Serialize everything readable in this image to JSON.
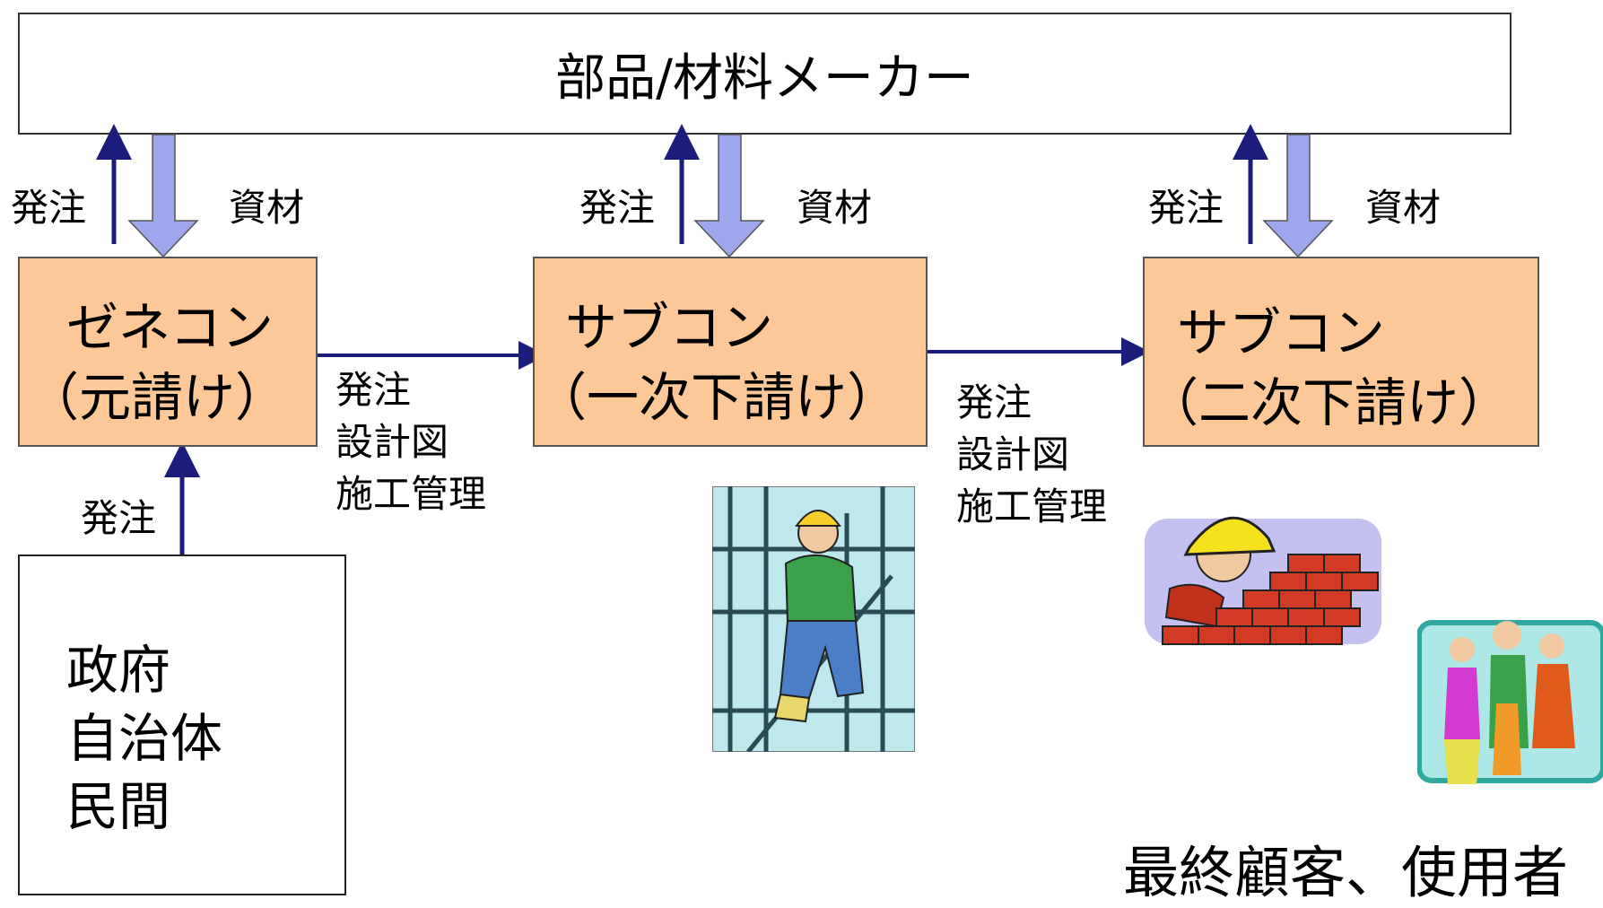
{
  "supplier": {
    "label": "部品/材料メーカー"
  },
  "general_contractor": {
    "line1": "ゼネコン",
    "line2": "（元請け）"
  },
  "subcontractor_1": {
    "line1": "サブコン",
    "line2": "（一次下請け）"
  },
  "subcontractor_2": {
    "line1": "サブコン",
    "line2": "（二次下請け）"
  },
  "client": {
    "lines": [
      "政府",
      "自治体",
      "民間"
    ]
  },
  "labels": {
    "order": "発注",
    "materials": "資材",
    "flow_items": [
      "発注",
      "設計図",
      "施工管理"
    ]
  },
  "caption": "最終顧客、使用者",
  "colors": {
    "contractor_fill": "#fcc897",
    "order_arrow": "#1c1c7a",
    "materials_arrow": "#9ea6ee"
  }
}
